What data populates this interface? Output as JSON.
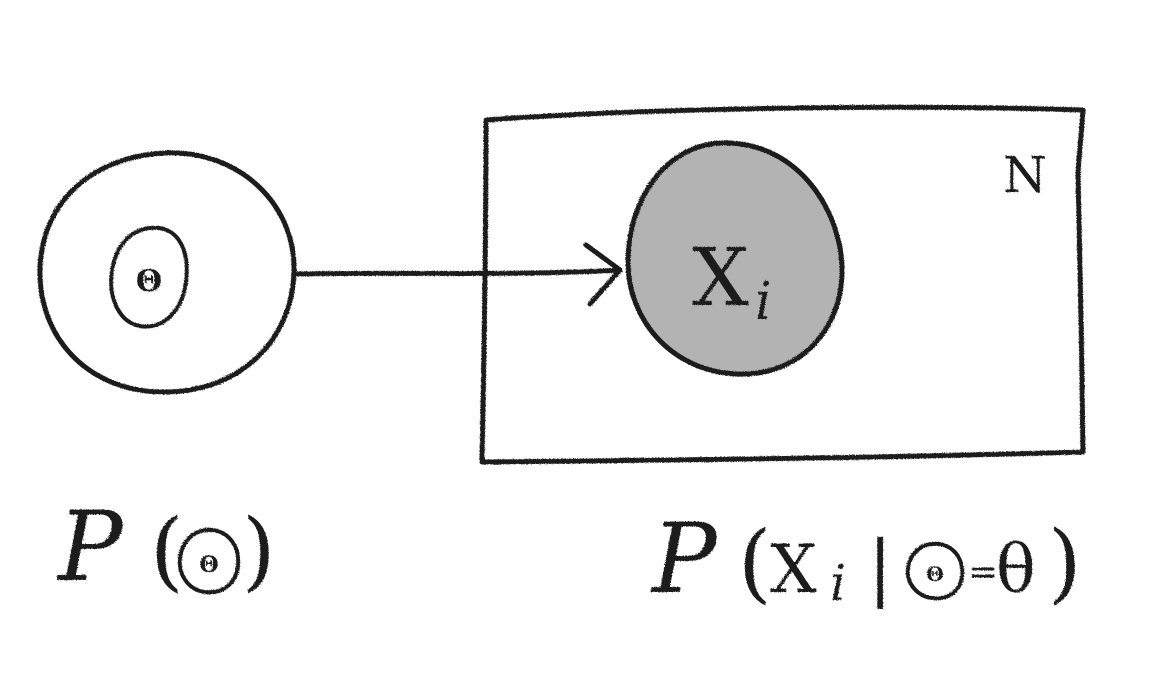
{
  "diagram": {
    "nodes": [
      {
        "id": "theta",
        "label": "Θ",
        "observed": false
      },
      {
        "id": "x",
        "label": "X",
        "subscript": "i",
        "observed": true
      }
    ],
    "edges": [
      {
        "from": "theta",
        "to": "x"
      }
    ],
    "plate": {
      "label": "N"
    },
    "formulas": {
      "prior": {
        "script_p": "P",
        "open": "(",
        "arg": "Θ",
        "close": ")"
      },
      "likelihood": {
        "script_p": "P",
        "open": "(",
        "x": "X",
        "x_sub": "i",
        "bar": "|",
        "theta": "Θ",
        "eq": "=",
        "value": "θ",
        "close": ")"
      }
    },
    "colors": {
      "ink": "#1e1e1e",
      "observed_fill": "#b3b3b3",
      "background": "#ffffff"
    }
  }
}
